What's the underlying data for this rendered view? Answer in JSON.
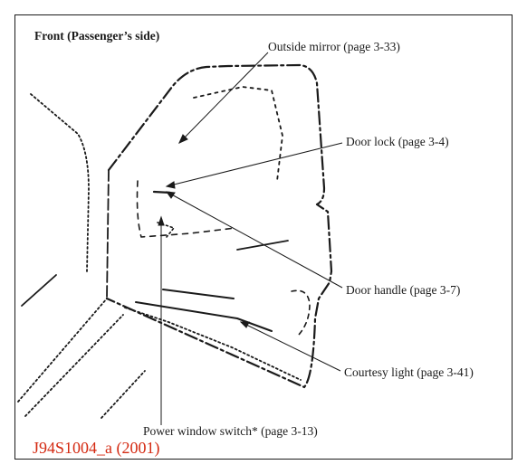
{
  "heading": "Front (Passenger’s side)",
  "callouts": {
    "outside_mirror": "Outside mirror (page 3-33)",
    "door_lock": "Door lock (page 3-4)",
    "door_handle": "Door handle (page 3-7)",
    "courtesy_light": "Courtesy light (page 3-41)",
    "power_window_switch": "Power window switch* (page 3-13)"
  },
  "figure_code": "J94S1004_a (2001)",
  "colors": {
    "line": "#1a1a1a",
    "figure_code": "#d42a12"
  }
}
